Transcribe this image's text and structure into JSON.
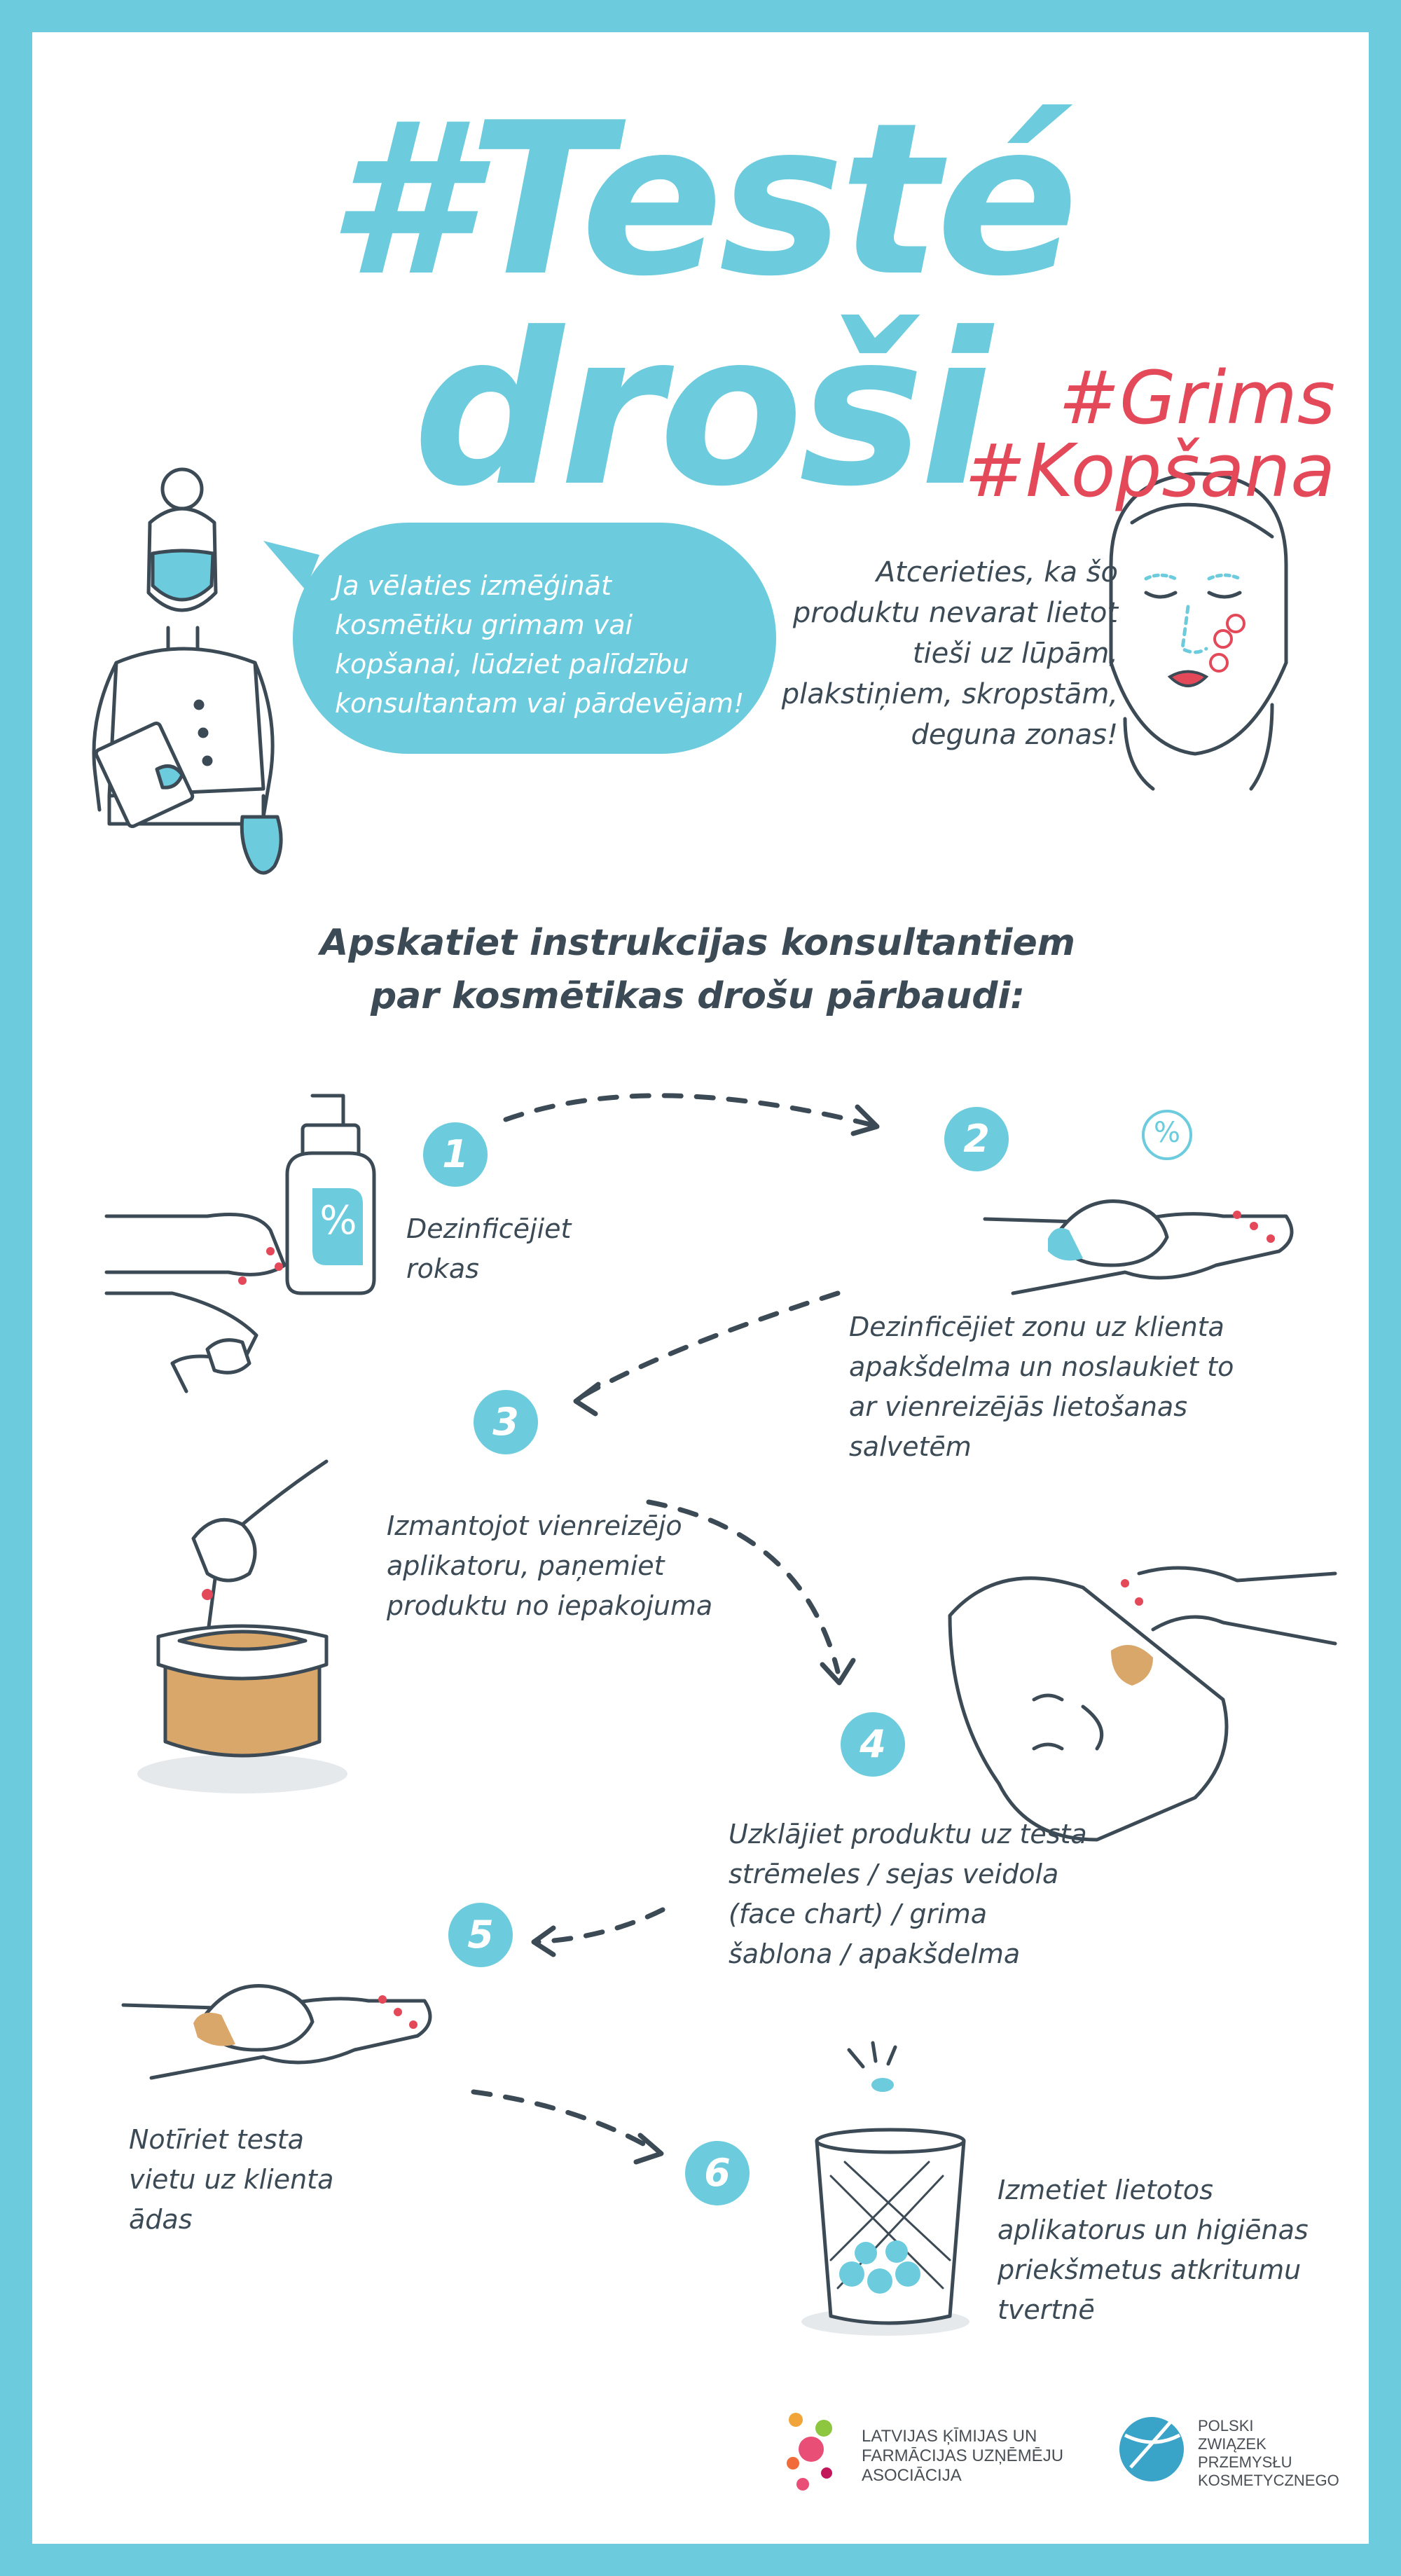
{
  "title": "#Testé droši",
  "subtitle": "#Grims #Kopšana",
  "consultant_bubble": {
    "lines": [
      "Ja vēlaties izmēģināt",
      "kosmētiku grimam vai",
      "kopšanai, lūdziet palīdzību",
      "konsultantam vai pārdevējam!"
    ]
  },
  "face_warning": {
    "lines": [
      "Atcerieties, ka šo",
      "produktu nevarat lietot",
      "tieši uz lūpām,",
      "plakstiņiem, skropstām,",
      "deguna zonas!"
    ]
  },
  "instructions_heading": {
    "lines": [
      "Apskatiet instrukcijas konsultantiem",
      "par kosmētikas drošu pārbaudi:"
    ]
  },
  "steps": [
    {
      "number": "1",
      "lines": [
        "Dezinficējiet",
        "rokas"
      ]
    },
    {
      "number": "2",
      "lines": [
        "Dezinficējiet zonu uz klienta",
        "apakšdelma un noslaukiet to",
        "ar vienreizējās lietošanas",
        "salvetēm"
      ]
    },
    {
      "number": "3",
      "lines": [
        "Izmantojot vienreizējo",
        "aplikatoru, paņemiet",
        "produktu no iepakojuma"
      ]
    },
    {
      "number": "4",
      "lines": [
        "Uzklājiet produktu uz testa",
        "strēmeles / sejas veidola",
        "(face chart) / grima",
        "šablona / apakšdelma"
      ]
    },
    {
      "number": "5",
      "lines": [
        "Notīriet testa",
        "vietu uz klienta",
        "ādas"
      ]
    },
    {
      "number": "6",
      "lines": [
        "Izmetiet lietotos",
        "aplikatorus un higiēnas",
        "priekšmetus atkritumu",
        "tvertnē"
      ]
    }
  ],
  "bottle_label": "%",
  "wipe_label": "%",
  "logos": {
    "latvian": [
      "LATVIJAS ĶĪMIJAS UN",
      "FARMĀCIJAS UZŅĒMĒJU",
      "ASOCIĀCIJA"
    ],
    "polish": [
      "POLSKI",
      "ZWIĄZEK",
      "PRZEMYSŁU",
      "KOSMETYCZNEGO"
    ]
  },
  "colors": {
    "frame": "#6ccbdc",
    "accent_blue": "#6ccbdc",
    "accent_red": "#e4495a",
    "ink": "#3b4a55",
    "product": "#d9a76a"
  }
}
